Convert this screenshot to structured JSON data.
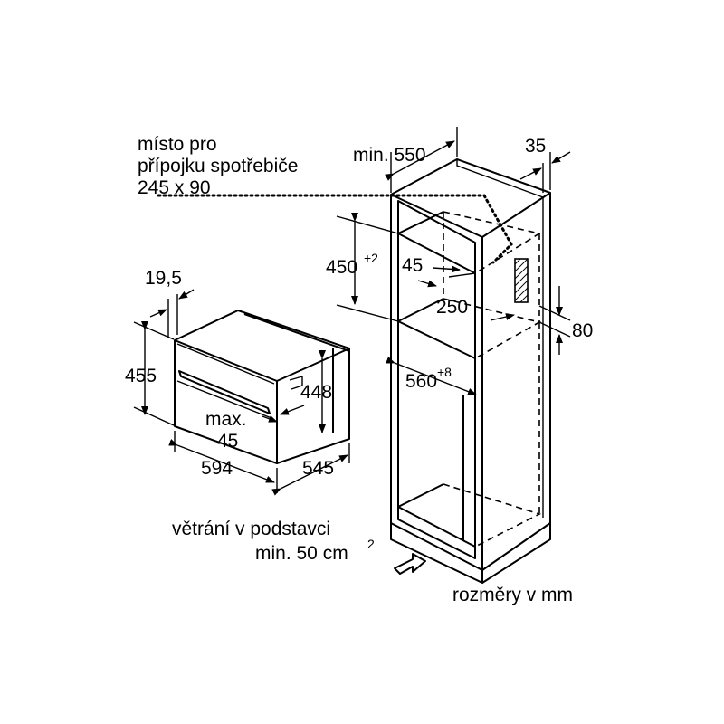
{
  "labels": {
    "connection_line1": "místo pro",
    "connection_line2": "přípojku spotřebiče",
    "connection_line3": "245 x 90",
    "min_prefix": "min. 550",
    "dim_35": "35",
    "dim_450": "450",
    "dim_450_sup": "+2",
    "dim_45_top": "45",
    "dim_250": "250",
    "dim_80": "80",
    "dim_560": "560",
    "dim_560_sup": "+8",
    "dim_19_5": "19,5",
    "dim_455": "455",
    "dim_448": "448",
    "max_line1": "max.",
    "max_line2": "45",
    "dim_594": "594",
    "dim_545": "545",
    "vent_line1": "větrání v podstavci",
    "vent_line2": "min. 50 cm",
    "vent_sup": "2",
    "units_note": "rozměry v mm"
  }
}
